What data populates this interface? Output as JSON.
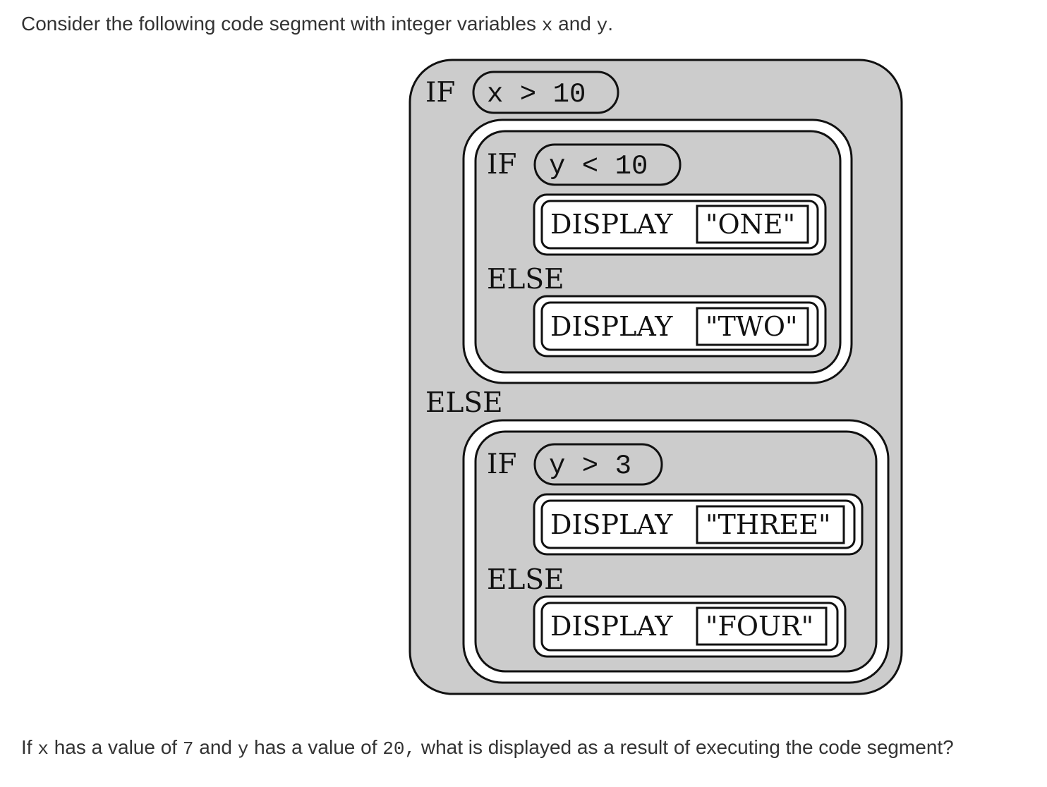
{
  "intro": {
    "text_before": "Consider the following code segment with integer variables",
    "var_x": "x",
    "and_word": "and",
    "var_y": "y",
    "period": "."
  },
  "code_block": {
    "outer_if": {
      "keyword": "IF",
      "condition": "x > 10",
      "inner_if": {
        "keyword": "IF",
        "condition": "y < 10",
        "then_display": {
          "keyword": "DISPLAY",
          "value": "\"ONE\""
        },
        "else_keyword": "ELSE",
        "else_display": {
          "keyword": "DISPLAY",
          "value": "\"TWO\""
        }
      },
      "else_keyword": "ELSE",
      "else_if": {
        "keyword": "IF",
        "condition": "y > 3",
        "then_display": {
          "keyword": "DISPLAY",
          "value": "\"THREE\""
        },
        "else_keyword": "ELSE",
        "else_display": {
          "keyword": "DISPLAY",
          "value": "\"FOUR\""
        }
      }
    }
  },
  "question": {
    "if_word": "If",
    "var_x": "x",
    "part1": "has a value of",
    "x_value": "7",
    "and_word": "and",
    "var_y": "y",
    "part2": "has a value of",
    "y_value": "20,",
    "part3": "what is displayed as a result of executing the code segment?"
  },
  "colors": {
    "block_fill": "#cccccc",
    "stroke": "#111111",
    "white": "#ffffff",
    "text": "#333333"
  }
}
